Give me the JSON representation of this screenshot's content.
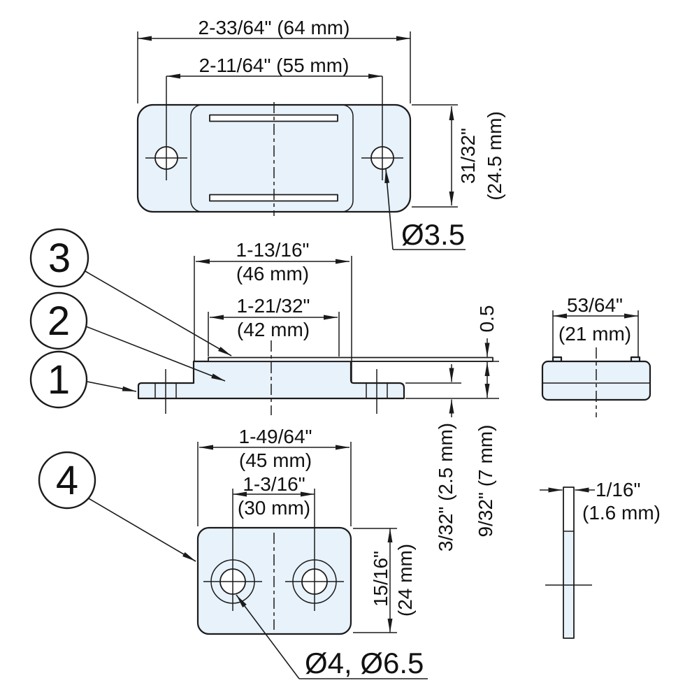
{
  "colors": {
    "line": "#1b1b1b",
    "part_fill": "#e7f2fb",
    "background": "#ffffff"
  },
  "top_view": {
    "dim_outer": "2-33/64\" (64 mm)",
    "dim_hole_spacing": "2-11/64\" (55 mm)",
    "dim_height_in": "31/32\"",
    "dim_height_mm": "(24.5 mm)",
    "hole_callout": "Ø3.5"
  },
  "side_view": {
    "dim_body_in": "1-13/16\"",
    "dim_body_mm": "(46 mm)",
    "dim_pad_in": "1-21/32\"",
    "dim_pad_mm": "(42 mm)",
    "dim_shim_thickness": "0.5",
    "dim_step": "3/32\" (2.5 mm)",
    "dim_total_height": "9/32\" (7 mm)"
  },
  "end_view": {
    "dim_width_in": "53/64\"",
    "dim_width_mm": "(21 mm)"
  },
  "strike_plate_view": {
    "dim_outer_in": "1-49/64\"",
    "dim_outer_mm": "(45 mm)",
    "dim_hole_spacing_in": "1-3/16\"",
    "dim_hole_spacing_mm": "(30 mm)",
    "dim_height_in": "15/16\"",
    "dim_height_mm": "(24 mm)",
    "hole_callout": "Ø4, Ø6.5"
  },
  "strike_plate_side_view": {
    "dim_thickness_in": "1/16\"",
    "dim_thickness_mm": "(1.6 mm)"
  },
  "balloons": {
    "b1": "1",
    "b2": "2",
    "b3": "3",
    "b4": "4"
  }
}
